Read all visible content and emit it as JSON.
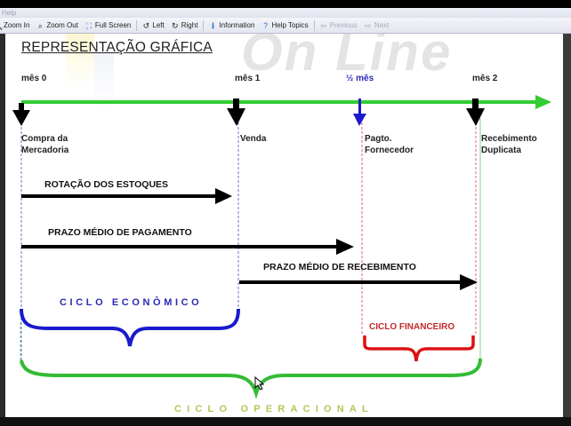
{
  "window": {
    "menu_label": "Help",
    "toolbar": [
      {
        "label": "Zoom In",
        "icon": "zoom-in-icon",
        "glyph": "🔍",
        "enabled": true
      },
      {
        "label": "Zoom Out",
        "icon": "zoom-out-icon",
        "glyph": "⌕",
        "enabled": true
      },
      {
        "label": "Full Screen",
        "icon": "full-screen-icon",
        "glyph": "⛶",
        "enabled": true
      },
      {
        "label": "Left",
        "icon": "rotate-left-icon",
        "glyph": "↺",
        "enabled": true
      },
      {
        "label": "Right",
        "icon": "rotate-right-icon",
        "glyph": "↻",
        "enabled": true
      },
      {
        "label": "Information",
        "icon": "information-icon",
        "glyph": "ℹ",
        "enabled": true
      },
      {
        "label": "Help Topics",
        "icon": "help-topics-icon",
        "glyph": "?",
        "enabled": true
      },
      {
        "label": "Previous",
        "icon": "previous-arrow-icon",
        "glyph": "⇦",
        "enabled": false
      },
      {
        "label": "Next",
        "icon": "next-arrow-icon",
        "glyph": "⇨",
        "enabled": false
      }
    ]
  },
  "slide": {
    "watermark": "On Line",
    "title": "REPRESENTAÇÃO GRÁFICA",
    "timeline": {
      "markers": [
        {
          "label": "mês 0",
          "event_line1": "Compra da",
          "event_line2": "Mercadoria",
          "color": "#000000"
        },
        {
          "label": "mês 1",
          "event_line1": "Venda",
          "event_line2": "",
          "color": "#000000"
        },
        {
          "label": "½ mês",
          "event_line1": "Pagto.",
          "event_line2": "Fornecedor",
          "color": "#1a1acc"
        },
        {
          "label": "mês 2",
          "event_line1": "Recebimento",
          "event_line2": "Duplicata",
          "color": "#000000"
        }
      ],
      "axis_color": "#33cc33"
    },
    "periods": [
      {
        "label": "ROTAÇÃO DOS ESTOQUES"
      },
      {
        "label": "PRAZO MÉDIO DE PAGAMENTO"
      },
      {
        "label": "PRAZO MÉDIO DE RECEBIMENTO"
      }
    ],
    "cycles": {
      "economic": {
        "label": "CICLO ECONÔMICO",
        "color": "#1a1acc"
      },
      "financial": {
        "label": "CICLO FINANCEIRO",
        "color": "#dd1111"
      },
      "operational": {
        "label": "CICLO OPERACIONAL",
        "color": "#33bb33"
      }
    }
  }
}
